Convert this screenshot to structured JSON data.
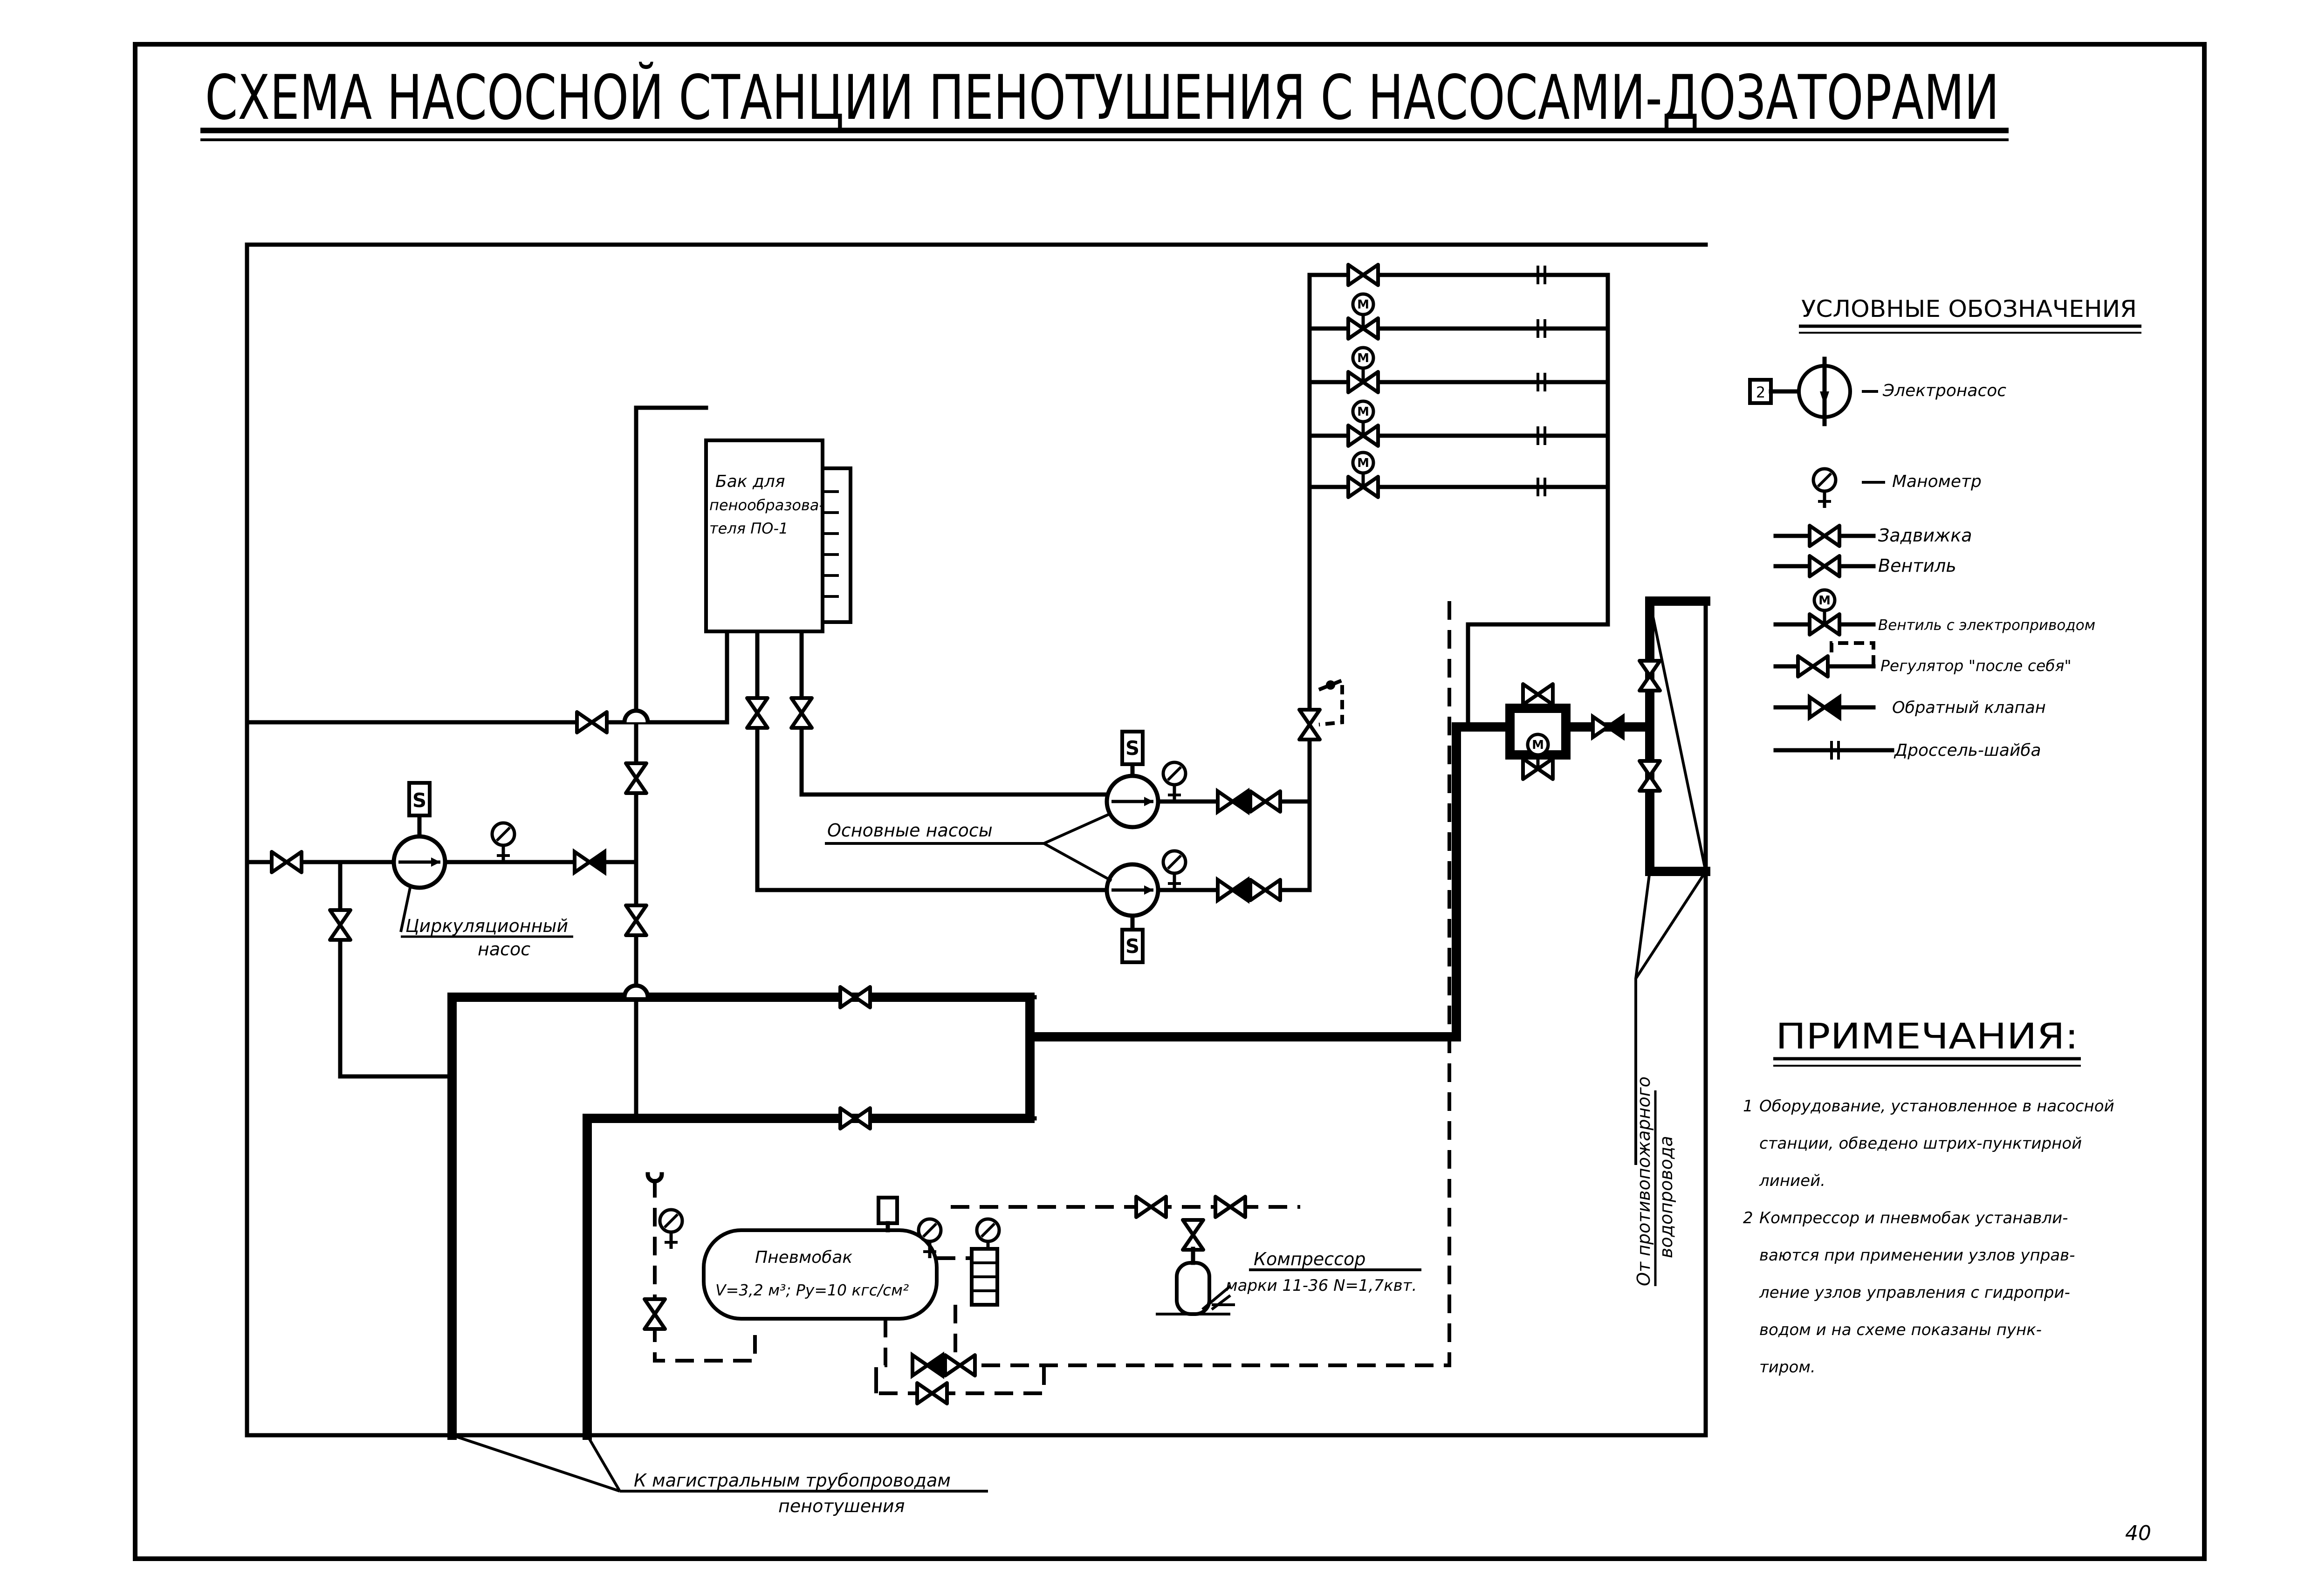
{
  "title": "СХЕМА НАСОСНОЙ СТАНЦИИ ПЕНОТУШЕНИЯ С НАСОСАМИ-ДОЗАТОРАМИ",
  "page_number": "40",
  "labels": {
    "tank": [
      "Бак для",
      "пенообразова-",
      "теля ПО-1"
    ],
    "main_pumps": "Основные насосы",
    "circulation_pump": [
      "Циркуляционный",
      "насос"
    ],
    "pneumotank": [
      "Пневмобак",
      "V=3,2 м³; Ру=10 кгс/см²"
    ],
    "compressor": [
      "Компрессор",
      "марки 11-36 N=1,7квт."
    ],
    "water_main": [
      "От противопожарного",
      "водопровода"
    ],
    "to_mains": [
      "К магистральным трубопроводам",
      "пенотушения"
    ],
    "pump_letter": "S"
  },
  "legend": {
    "heading": "УСЛОВНЫЕ ОБОЗНАЧЕНИЯ",
    "items": [
      {
        "symbol": "electropump",
        "label": "Электронасос"
      },
      {
        "symbol": "manometer",
        "label": "Манометр"
      },
      {
        "symbol": "gate-valve",
        "label": "Задвижка"
      },
      {
        "symbol": "globe-valve",
        "label": "Вентиль"
      },
      {
        "symbol": "motor-valve",
        "label": "Вентиль с электроприводом"
      },
      {
        "symbol": "regulator",
        "label": "Регулятор \"после себя\""
      },
      {
        "symbol": "check-valve",
        "label": "Обратный клапан"
      },
      {
        "symbol": "throttle-washer",
        "label": "Дроссель-шайба"
      }
    ]
  },
  "notes": {
    "heading": "ПРИМЕЧАНИЯ:",
    "items": [
      {
        "num": "1",
        "lines": [
          "Оборудование, установленное в насосной",
          "станции, обведено штрих-пунктирной",
          "линией."
        ]
      },
      {
        "num": "2",
        "lines": [
          "Компрессор и пневмобак устанавли-",
          "ваются при применении узлов управ-",
          "ление узлов управления с гидропри-",
          "водом и на схеме показаны пунк-",
          "тиром."
        ]
      }
    ]
  }
}
